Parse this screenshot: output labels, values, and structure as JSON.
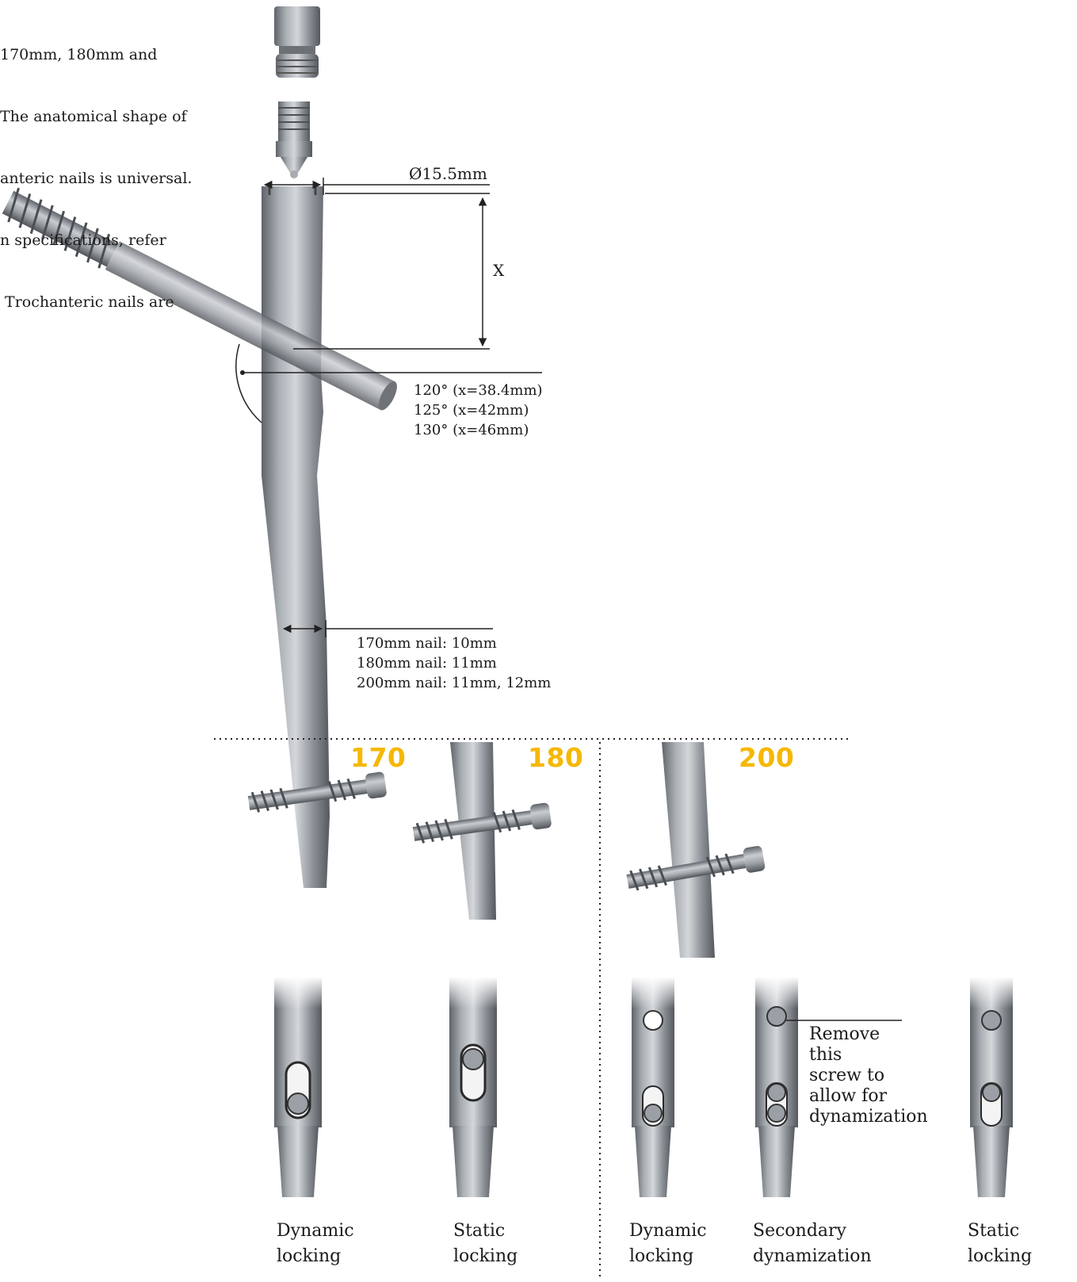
{
  "intro_text": [
    "170mm, 180mm and",
    "The anatomical shape of",
    "anteric nails is universal.",
    "n specifications, refer",
    " Trochanteric nails are"
  ],
  "dimensions": {
    "proximal_diameter": "Ø15.5mm",
    "offset_label": "X",
    "angles": [
      "120° (x=38.4mm)",
      "125° (x=42mm)",
      "130° (x=46mm)"
    ],
    "distal_diameters": [
      "170mm nail: 10mm",
      "180mm nail: 11mm",
      "200mm nail: 11mm, 12mm"
    ]
  },
  "nail_lengths": [
    "170",
    "180",
    "200"
  ],
  "locking_options": [
    {
      "line1": "Dynamic",
      "line2": "locking"
    },
    {
      "line1": "Static",
      "line2": "locking"
    },
    {
      "line1": "Dynamic",
      "line2": "locking"
    },
    {
      "line1": "Secondary",
      "line2": "dynamization"
    },
    {
      "line1": "Static",
      "line2": "locking"
    }
  ],
  "remove_note": [
    "Remove",
    "this",
    "screw to",
    "allow for",
    "dynamization"
  ],
  "colors": {
    "accent": "#f5b800",
    "metal": "#8e9399",
    "line": "#222222"
  }
}
